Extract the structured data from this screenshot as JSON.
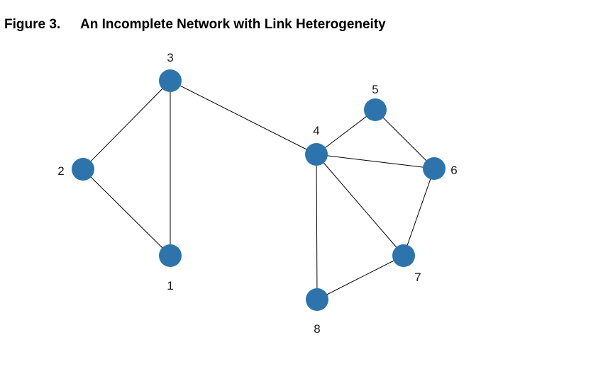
{
  "figure": {
    "number": "Figure 3.",
    "title": "An Incomplete Network with Link Heterogeneity"
  },
  "colors": {
    "node": "#2c74ab",
    "edge": "#000000",
    "text": "#1a1a1a"
  },
  "nodes": [
    {
      "id": "1",
      "label": "1"
    },
    {
      "id": "2",
      "label": "2"
    },
    {
      "id": "3",
      "label": "3"
    },
    {
      "id": "4",
      "label": "4"
    },
    {
      "id": "5",
      "label": "5"
    },
    {
      "id": "6",
      "label": "6"
    },
    {
      "id": "7",
      "label": "7"
    },
    {
      "id": "8",
      "label": "8"
    }
  ],
  "edges": [
    {
      "source": "1",
      "target": "2"
    },
    {
      "source": "1",
      "target": "3"
    },
    {
      "source": "2",
      "target": "3"
    },
    {
      "source": "3",
      "target": "4"
    },
    {
      "source": "4",
      "target": "5"
    },
    {
      "source": "4",
      "target": "6"
    },
    {
      "source": "4",
      "target": "7"
    },
    {
      "source": "4",
      "target": "8"
    },
    {
      "source": "5",
      "target": "6"
    },
    {
      "source": "6",
      "target": "7"
    },
    {
      "source": "7",
      "target": "8"
    }
  ]
}
